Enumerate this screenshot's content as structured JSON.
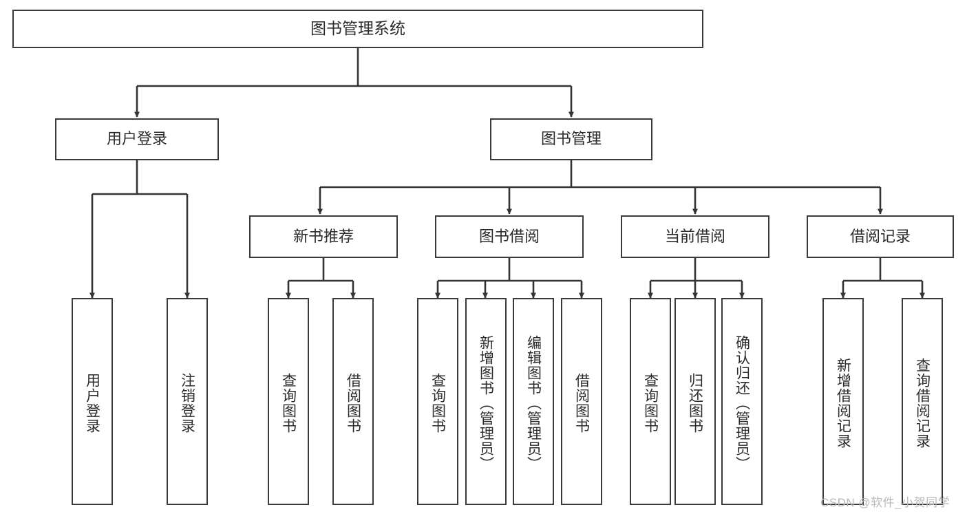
{
  "diagram": {
    "title": "图书管理系统",
    "type": "tree-hierarchy",
    "watermark": "CSDN @软件_小贺同学",
    "colors": {
      "box_border": "#3a3a3a",
      "box_fill": "#ffffff",
      "edge": "#333333",
      "text": "#2b2b2b",
      "watermark": "#b9b9b9",
      "background": "#ffffff"
    },
    "root": {
      "label": "图书管理系统"
    },
    "level2": [
      {
        "label": "用户登录"
      },
      {
        "label": "图书管理"
      }
    ],
    "level3": [
      {
        "label": "新书推荐"
      },
      {
        "label": "图书借阅"
      },
      {
        "label": "当前借阅"
      },
      {
        "label": "借阅记录"
      }
    ],
    "leaves": {
      "user_login": [
        {
          "label": "用户登录"
        },
        {
          "label": "注销登录"
        }
      ],
      "new_book_recommend": [
        {
          "label": "查询图书"
        },
        {
          "label": "借阅图书"
        }
      ],
      "book_borrow": [
        {
          "label": "查询图书"
        },
        {
          "label": "新增图书（管理员）"
        },
        {
          "label": "编辑图书（管理员）"
        },
        {
          "label": "借阅图书"
        }
      ],
      "current_borrow": [
        {
          "label": "查询图书"
        },
        {
          "label": "归还图书"
        },
        {
          "label": "确认归还（管理员）"
        }
      ],
      "borrow_record": [
        {
          "label": "新增借阅记录"
        },
        {
          "label": "查询借阅记录"
        }
      ]
    }
  }
}
